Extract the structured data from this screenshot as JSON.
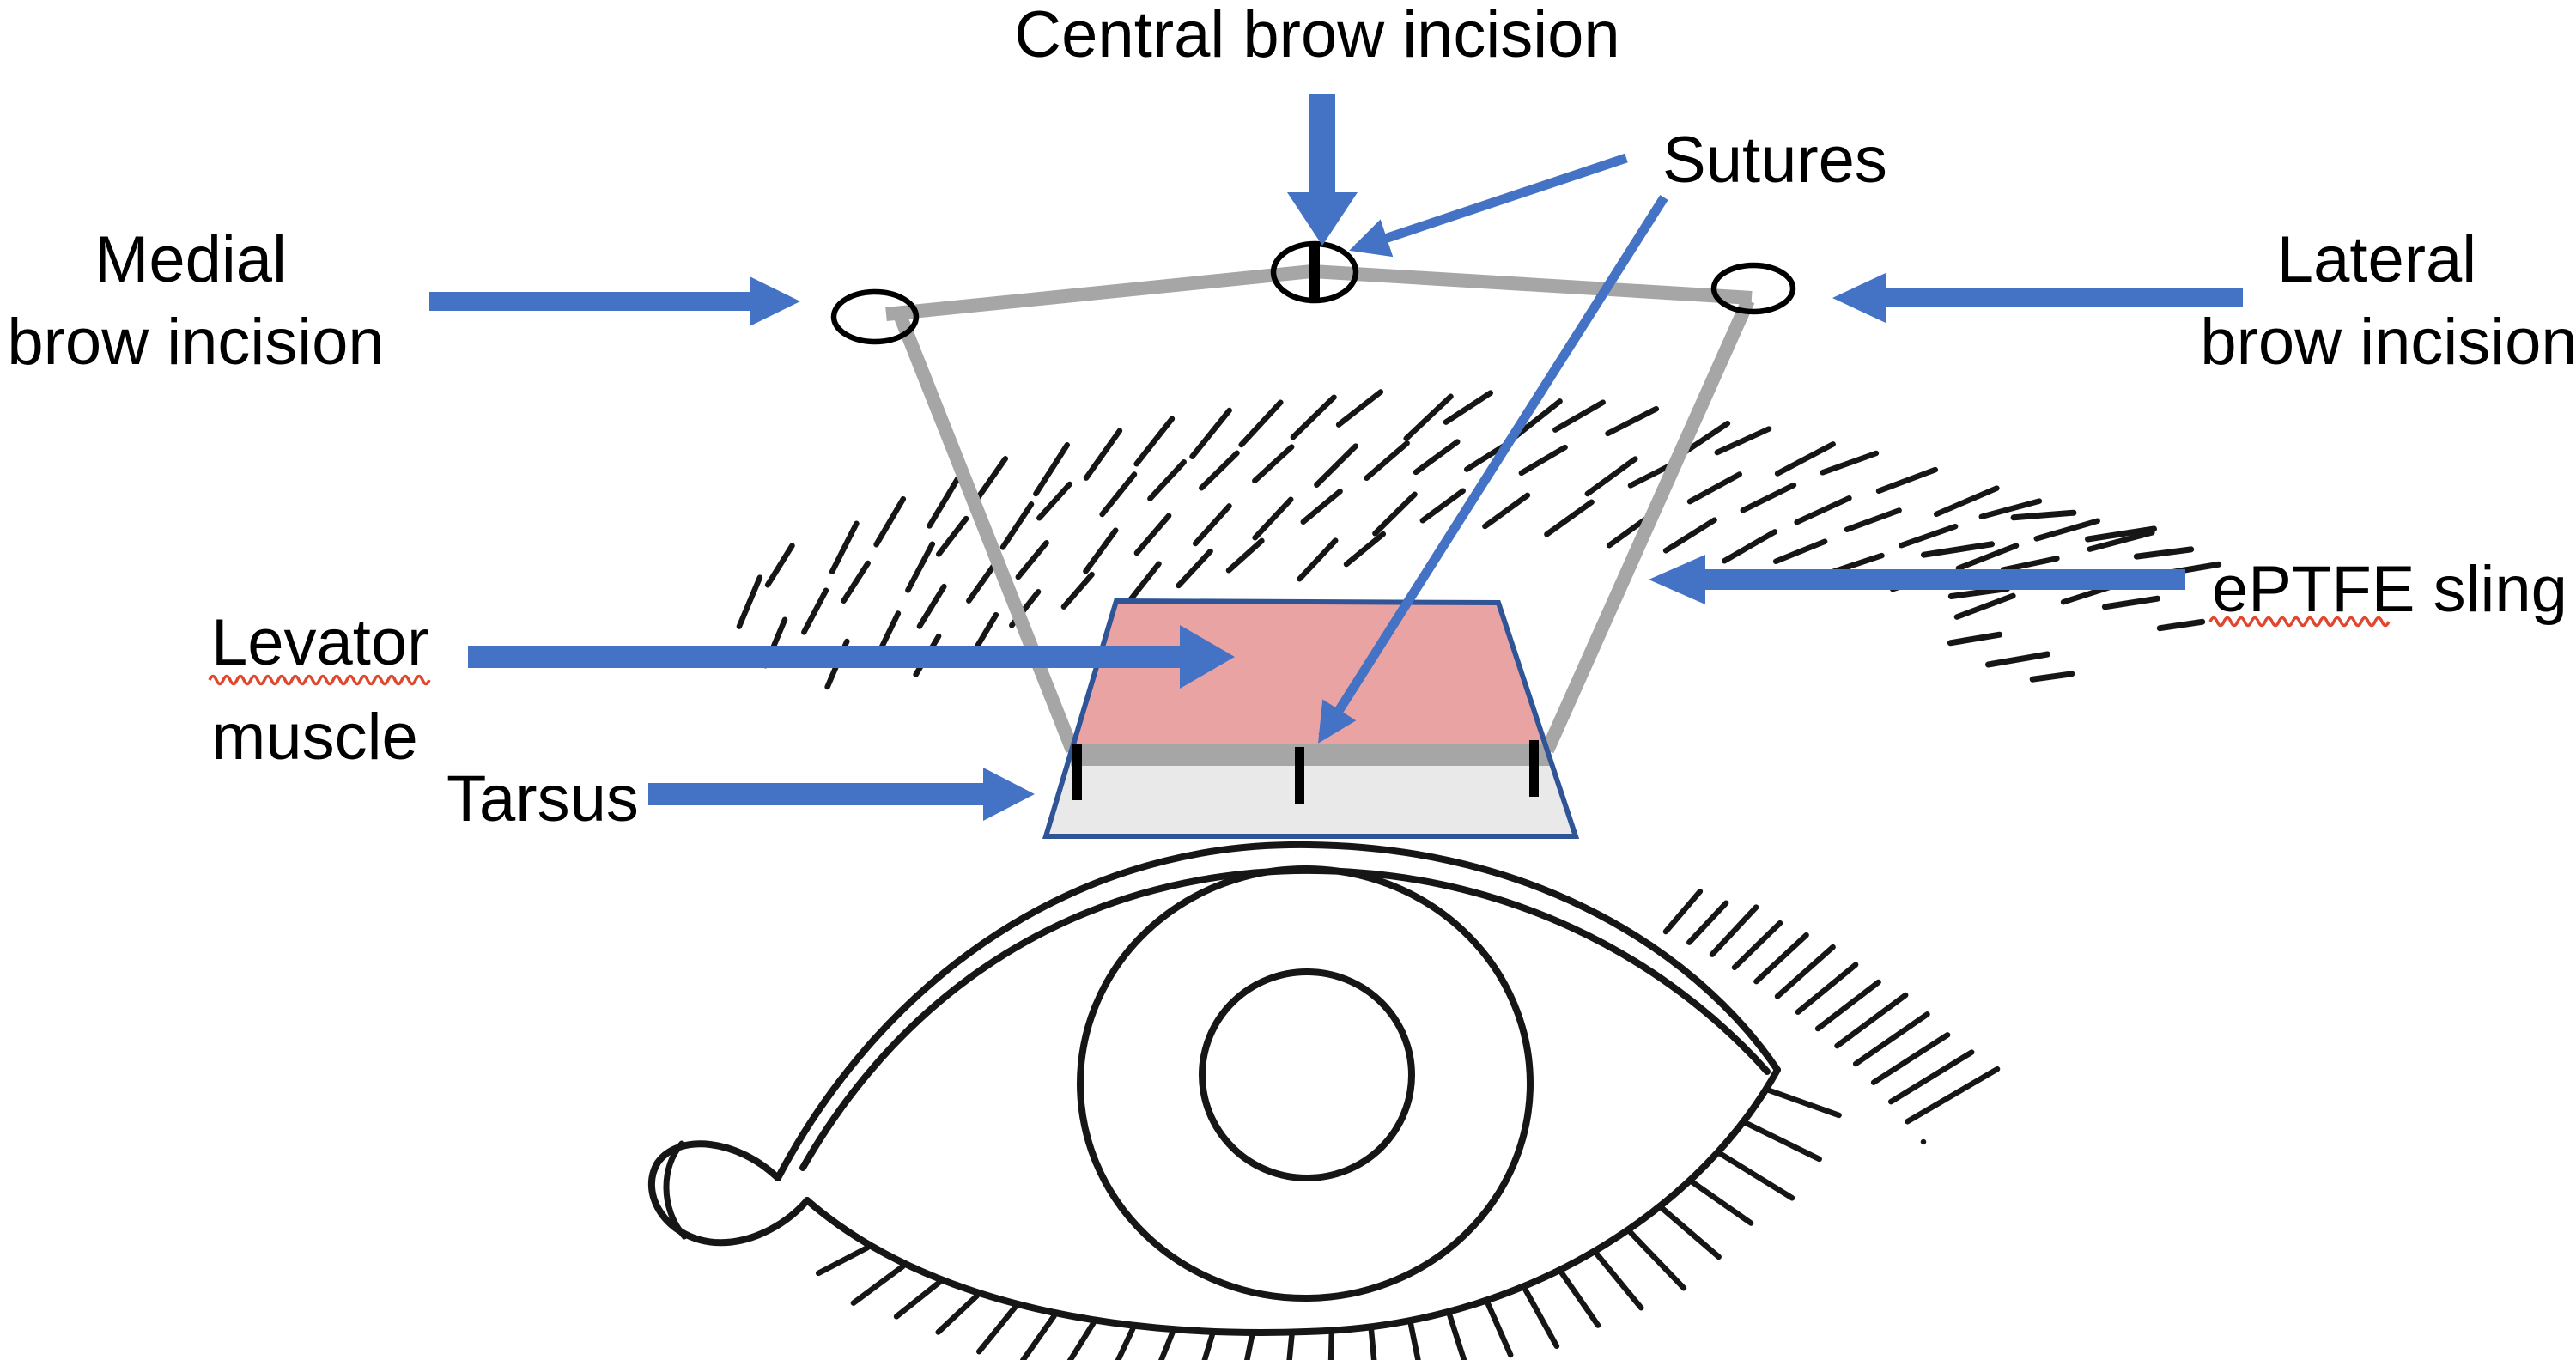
{
  "figure": {
    "labels": {
      "central_brow_incision": "Central brow incision",
      "sutures": "Sutures",
      "medial_brow_incision_line1": "Medial",
      "medial_brow_incision_line2": "brow incision",
      "lateral_brow_incision_line1": "Lateral",
      "lateral_brow_incision_line2": "brow incision",
      "eptfe_sling": "ePTFE sling",
      "levator_muscle_line1": "Levator",
      "levator_muscle_line2": "muscle",
      "tarsus": "Tarsus"
    },
    "colors": {
      "arrow_blue": "#4472C4",
      "sling_gray": "#A6A6A6",
      "shape_outline_blue": "#2F5597",
      "levator_pink": "#EAA3A3",
      "tarsus_fill": "#E9E9E9",
      "suture_black": "#000000",
      "spellcheck_red": "#E0472F",
      "line_art_black": "#161616",
      "background": "#FFFFFF"
    }
  }
}
